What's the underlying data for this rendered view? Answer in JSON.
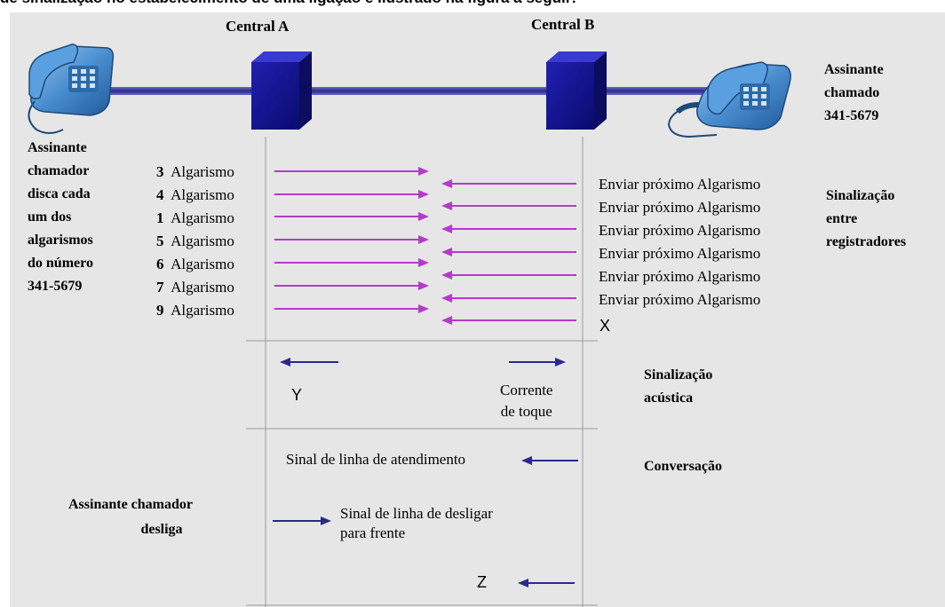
{
  "header": {
    "text": "de sinalização no estabelecimento de uma ligação é ilustrado na figura a seguir:"
  },
  "centrals": {
    "a": "Central A",
    "b": "Central B"
  },
  "called": {
    "line1": "Assinante",
    "line2": "chamado",
    "number": "341-5679"
  },
  "caller": {
    "lines": [
      "Assinante",
      "chamador",
      "disca cada",
      "um dos",
      "algarismos",
      "do número",
      "341-5679"
    ]
  },
  "digits": [
    {
      "digit": "3",
      "label": "Algarismo"
    },
    {
      "digit": "4",
      "label": "Algarismo"
    },
    {
      "digit": "1",
      "label": "Algarismo"
    },
    {
      "digit": "5",
      "label": "Algarismo"
    },
    {
      "digit": "6",
      "label": "Algarismo"
    },
    {
      "digit": "7",
      "label": "Algarismo"
    },
    {
      "digit": "9",
      "label": "Algarismo"
    }
  ],
  "responses": [
    "Enviar próximo Algarismo",
    "Enviar próximo Algarismo",
    "Enviar próximo Algarismo",
    "Enviar próximo Algarismo",
    "Enviar próximo Algarismo",
    "Enviar próximo Algarismo"
  ],
  "markers": {
    "x": "X",
    "y": "Y",
    "z": "Z"
  },
  "sections": {
    "registers": [
      "Sinalização",
      "entre",
      "registradores"
    ],
    "acoustic": [
      "Sinalização",
      "acústica"
    ],
    "conversation": "Conversação"
  },
  "ring": [
    "Corrente",
    "de toque"
  ],
  "answer_signal": "Sinal de linha de atendimento",
  "hangup": {
    "caller": [
      "Assinante chamador",
      "desliga"
    ],
    "signal": [
      "Sinal de linha de desligar",
      "para frente"
    ]
  },
  "colors": {
    "panel": "#e6e6e6",
    "magenta_arrow": "#b43bc8",
    "navy_arrow": "#2a2a8a",
    "central_box": "#1a1aa0",
    "phone": "#4a8ed0"
  }
}
